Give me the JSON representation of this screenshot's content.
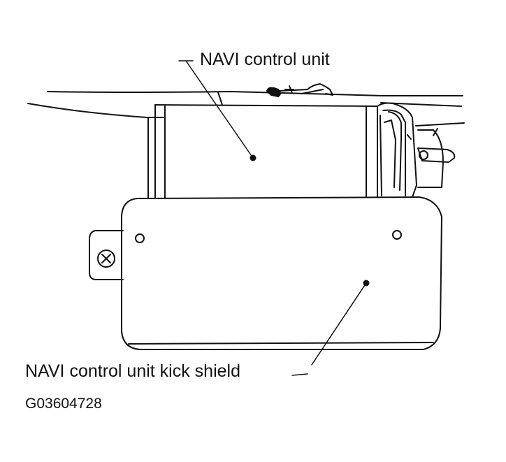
{
  "labels": {
    "navi_control_unit": "NAVI control unit",
    "kick_shield": "NAVI control unit kick shield",
    "figure_code": "G03604728"
  }
}
